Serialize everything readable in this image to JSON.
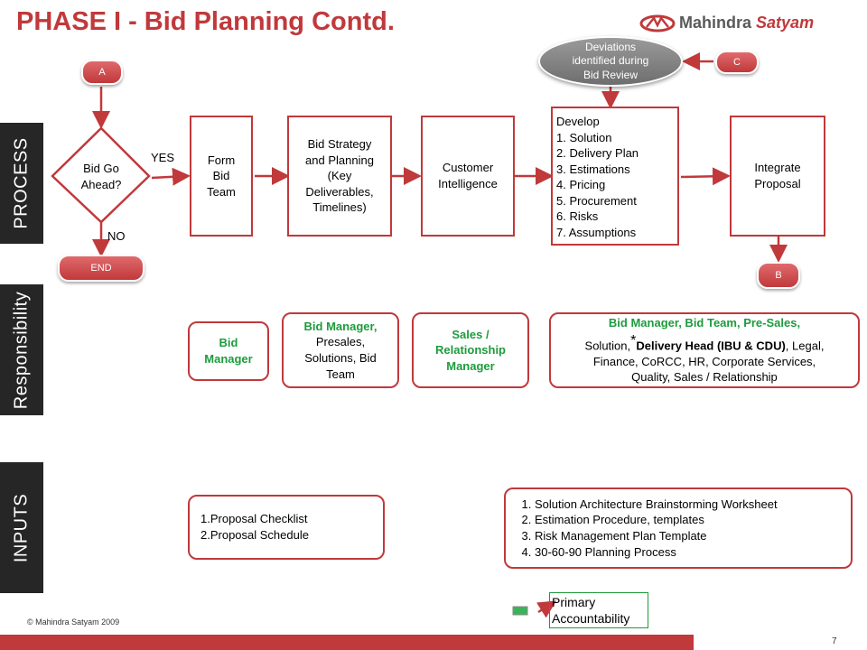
{
  "header": {
    "title": "PHASE I - Bid Planning Contd.",
    "logo_brand": "Mahindra",
    "logo_brand2": "Satyam"
  },
  "side_labels": {
    "process": "PROCESS",
    "responsibility": "Responsibility",
    "inputs": "INPUTS"
  },
  "connectors": {
    "a": "A",
    "b": "B",
    "c": "C",
    "end": "END"
  },
  "decision": {
    "line1": "Bid Go",
    "line2": "Ahead?",
    "yes": "YES",
    "no": "NO"
  },
  "deviation": {
    "line1": "Deviations",
    "line2": "identified during",
    "line3": "Bid Review"
  },
  "process": {
    "form_team": [
      "Form",
      "Bid",
      "Team"
    ],
    "strategy": [
      "Bid Strategy",
      "and Planning",
      "(Key",
      "Deliverables,",
      "Timelines)"
    ],
    "customer": [
      "Customer",
      "Intelligence"
    ],
    "develop_title": "Develop",
    "develop_items": [
      "1. Solution",
      "2. Delivery Plan",
      "3. Estimations",
      "4. Pricing",
      "5. Procurement",
      "6. Risks",
      "7. Assumptions"
    ],
    "integrate": [
      "Integrate",
      "Proposal"
    ]
  },
  "responsibility": {
    "r1": [
      "Bid",
      "Manager"
    ],
    "r2_green": "Bid Manager,",
    "r2_rest": [
      "Presales,",
      "Solutions, Bid",
      "Team"
    ],
    "r3": [
      "Sales /",
      "Relationship",
      "Manager"
    ],
    "r4_green": "Bid Manager, Bid Team, Pre-Sales,",
    "r4_pre": "Solution,",
    "r4_star": "*",
    "r4_bold": "Delivery Head (IBU & CDU)",
    "r4_post": ", Legal,",
    "r4_line3": "Finance, CoRCC, HR, Corporate Services,",
    "r4_line4": "Quality, Sales / Relationship"
  },
  "inputs": {
    "left": [
      "1.Proposal Checklist",
      "2.Proposal Schedule"
    ],
    "right": [
      "Solution  Architecture Brainstorming Worksheet",
      "Estimation Procedure, templates",
      "Risk Management Plan Template",
      "30-60-90 Planning Process"
    ]
  },
  "legend": {
    "label": "Primary Accountability"
  },
  "footer": {
    "copyright": "© Mahindra Satyam 2009",
    "page": "7"
  },
  "colors": {
    "accent": "#c0393b",
    "green": "#1e9b3c",
    "side": "#262626"
  }
}
